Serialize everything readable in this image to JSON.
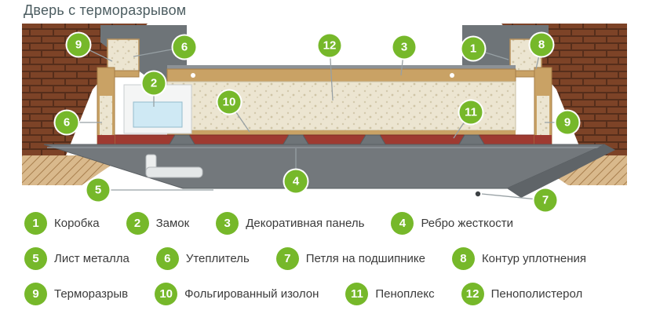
{
  "title": "Дверь с терморазрывом",
  "colors": {
    "accent": "#76b82a",
    "title_text": "#4c5d61",
    "legend_text": "#3b3b3b"
  },
  "markers": [
    {
      "n": "9"
    },
    {
      "n": "6"
    },
    {
      "n": "12"
    },
    {
      "n": "3"
    },
    {
      "n": "1"
    },
    {
      "n": "8"
    },
    {
      "n": "2"
    },
    {
      "n": "10"
    },
    {
      "n": "11"
    },
    {
      "n": "6"
    },
    {
      "n": "9"
    },
    {
      "n": "4"
    },
    {
      "n": "5"
    },
    {
      "n": "7"
    }
  ],
  "legend": [
    {
      "n": "1",
      "label": "Коробка"
    },
    {
      "n": "2",
      "label": "Замок"
    },
    {
      "n": "3",
      "label": "Декоративная панель"
    },
    {
      "n": "4",
      "label": "Ребро жесткости"
    },
    {
      "n": "5",
      "label": "Лист металла"
    },
    {
      "n": "6",
      "label": "Утеплитель"
    },
    {
      "n": "7",
      "label": "Петля на подшипнике"
    },
    {
      "n": "8",
      "label": "Контур уплотнения"
    },
    {
      "n": "9",
      "label": "Терморазрыв"
    },
    {
      "n": "10",
      "label": "Фольгированный изолон"
    },
    {
      "n": "11",
      "label": "Пеноплекс"
    },
    {
      "n": "12",
      "label": "Пенополистерол"
    }
  ]
}
